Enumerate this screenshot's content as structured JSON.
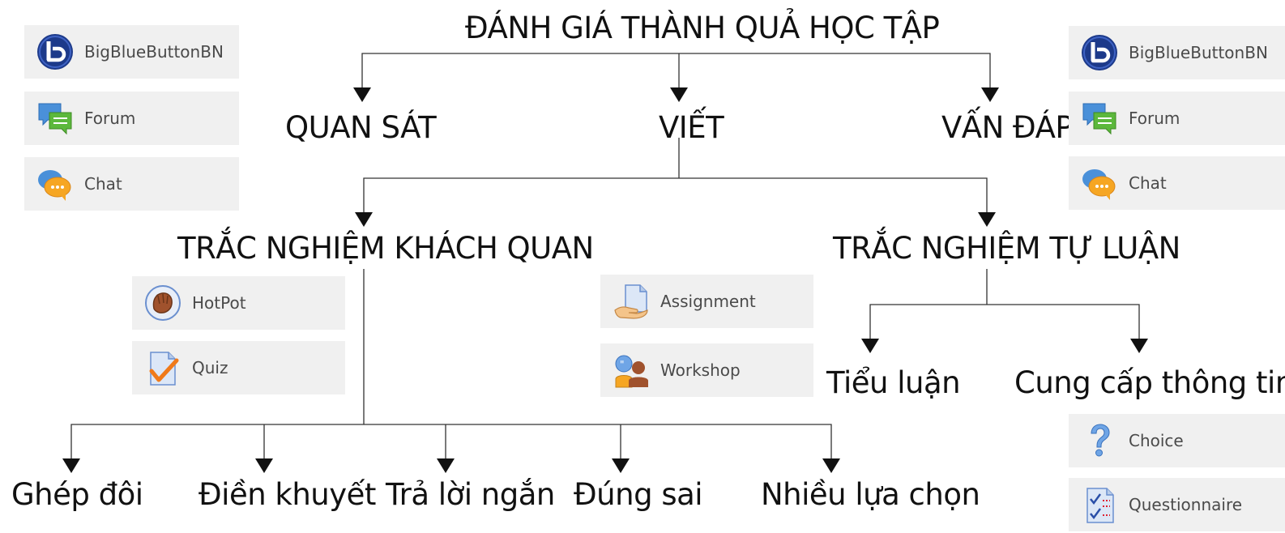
{
  "diagram": {
    "root": "ĐÁNH GIÁ THÀNH QUẢ HỌC TẬP",
    "methods": {
      "observe": "QUAN SÁT",
      "write": "VIẾT",
      "oral": "VẤN ĐÁP"
    },
    "write_types": {
      "objective": "TRẮC NGHIỆM KHÁCH QUAN",
      "essay": "TRẮC NGHIỆM TỰ LUẬN"
    },
    "objective_types": [
      "Ghép đôi",
      "Điền khuyết",
      "Trả lời ngắn",
      "Đúng sai",
      "Nhiều lựa chọn"
    ],
    "essay_types": [
      "Tiểu luận",
      "Cung cấp thông tin"
    ]
  },
  "activities": {
    "left_top": [
      {
        "label": "BigBlueButtonBN",
        "icon": "bigbluebutton-icon"
      },
      {
        "label": "Forum",
        "icon": "forum-icon"
      },
      {
        "label": "Chat",
        "icon": "chat-icon"
      }
    ],
    "right_top": [
      {
        "label": "BigBlueButtonBN",
        "icon": "bigbluebutton-icon"
      },
      {
        "label": "Forum",
        "icon": "forum-icon"
      },
      {
        "label": "Chat",
        "icon": "chat-icon"
      }
    ],
    "objective": [
      {
        "label": "HotPot",
        "icon": "hotpot-icon"
      },
      {
        "label": "Quiz",
        "icon": "quiz-icon"
      }
    ],
    "middle": [
      {
        "label": "Assignment",
        "icon": "assignment-icon"
      },
      {
        "label": "Workshop",
        "icon": "workshop-icon"
      }
    ],
    "essay": [
      {
        "label": "Choice",
        "icon": "choice-icon"
      },
      {
        "label": "Questionnaire",
        "icon": "questionnaire-icon"
      }
    ]
  },
  "colors": {
    "line": "#333333",
    "chip_bg": "#f0f0f0",
    "chip_text": "#4a4a4a",
    "bbb_blue": "#1d3a8a",
    "forum_blue": "#4a90d9",
    "forum_green": "#5cb83c",
    "chat_orange": "#f6a623",
    "check_orange": "#f07a1a",
    "hotpot_brown": "#a0522d"
  }
}
